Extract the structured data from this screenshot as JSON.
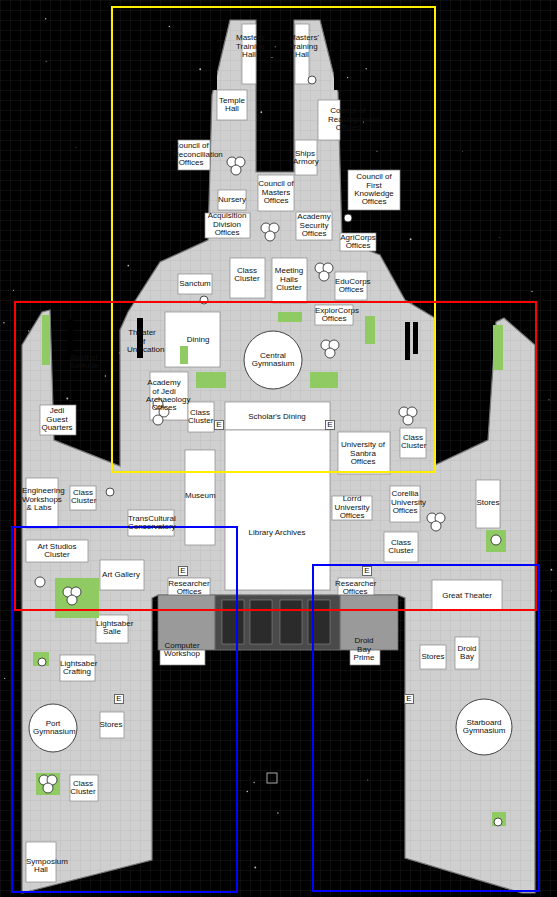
{
  "diagram": {
    "labels": [
      "Masters' Training Hall",
      "Masters' Training Hall",
      "Temple Hall",
      "Council of Reassignment Offices",
      "Council of Reconciliation Offices",
      "Ships Armory",
      "Council of First Knowledge Offices",
      "Council of Masters Offices",
      "Nursery",
      "Acquisition Division Offices",
      "Academy Security Offices",
      "AgriCorps Offices",
      "Class Cluster",
      "Meeting Halls Cluster",
      "EduCorps Offices",
      "Sanctum",
      "ExplorCorps Offices",
      "Theater of Unification",
      "Dining",
      "Central Gymnasium",
      "Spirit of Solitude",
      "Academy of Jedi Archaeology Offices",
      "Class Cluster",
      "E",
      "Scholar's Dining",
      "E",
      "Jedi Guest Quarters",
      "University of Sanbra Offices",
      "Class Cluster",
      "Engineering Workshops & Labs",
      "Class Cluster",
      "Museum",
      "Library Archives",
      "Lorrd University Offices",
      "Corellia University Offices",
      "Stores",
      "TransCultural Conservatory",
      "Class Cluster",
      "Art Studios Cluster",
      "Art Gallery",
      "E",
      "E",
      "Researcher Offices",
      "Researcher Offices",
      "Great Theater",
      "Lightsaber Salle",
      "Computer Workshop",
      "Droid Bay Prime",
      "Lightsaber Crafting",
      "Droid Bay",
      "Stores",
      "E",
      "E",
      "Port Gymnasium",
      "Stores",
      "Starboard Gymnasium",
      "Class Cluster",
      "Symposium Hall"
    ]
  }
}
